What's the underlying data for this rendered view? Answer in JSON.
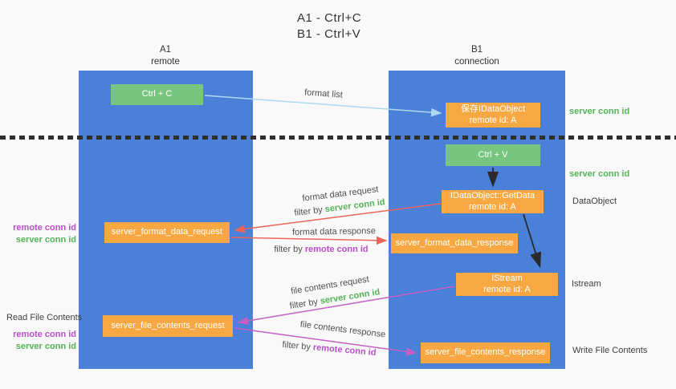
{
  "title": {
    "line1": "A1 - Ctrl+C",
    "line2": "B1 - Ctrl+V"
  },
  "lanes": {
    "a1": {
      "title": "A1",
      "subtitle": "remote"
    },
    "b1": {
      "title": "B1",
      "subtitle": "connection"
    }
  },
  "nodes": {
    "ctrl_c": {
      "label": "Ctrl + C"
    },
    "save_idataobject": {
      "line1": "保存IDataObject",
      "line2": "remote id: A"
    },
    "ctrl_v": {
      "label": "Ctrl + V"
    },
    "getdata": {
      "line1": "IDataObject::GetData",
      "line2": "remote id: A"
    },
    "format_request": {
      "label": "server_format_data_request"
    },
    "format_response": {
      "label": "server_format_data_response"
    },
    "istream": {
      "line1": "IStream",
      "line2": "remote id: A"
    },
    "file_request": {
      "label": "server_file_contents_request"
    },
    "file_response": {
      "label": "server_file_contents_response"
    }
  },
  "edge_labels": {
    "format_list": "format list",
    "format_data_request": "format data request",
    "format_data_response": "format data response",
    "file_contents_request": "file contents request",
    "file_contents_response": "file contents response",
    "filter_by": "filter by",
    "server_conn_id": "server conn id",
    "remote_conn_id": "remote conn id"
  },
  "side_labels": {
    "server_conn_id_top": "server conn id",
    "server_conn_id_mid": "server conn id",
    "dataobject": "DataObject",
    "istream": "Istream",
    "write_file_contents": "Write File Contents",
    "read_file_contents": "Read File Contents",
    "remote_conn_id_left_1": "remote conn id",
    "server_conn_id_left_1": "server conn id",
    "remote_conn_id_left_2": "remote conn id",
    "server_conn_id_left_2": "server conn id"
  },
  "colors": {
    "lane_blue": "#4a80d8",
    "node_orange": "#f7a843",
    "node_green": "#77c57f",
    "arrow_blue": "#aed9f2",
    "arrow_red": "#ec645c",
    "arrow_magenta": "#c45fc6",
    "arrow_black": "#2b2b2b",
    "green_text": "#53b356",
    "purple_text": "#b84fc8"
  }
}
